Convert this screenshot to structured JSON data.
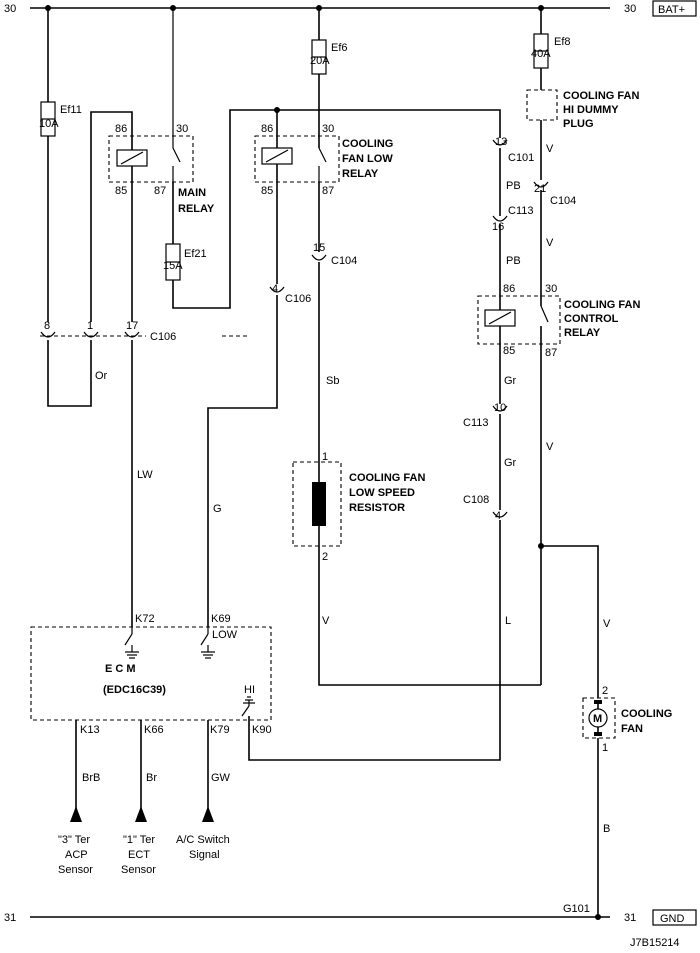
{
  "rails": {
    "top_left": "30",
    "top_right": "30",
    "bat": "BAT+",
    "bottom_left": "31",
    "bottom_right": "31",
    "gnd": "GND",
    "ground_point": "G101"
  },
  "fuses": {
    "ef11_name": "Ef11",
    "ef11_rating": "10A",
    "ef6_name": "Ef6",
    "ef6_rating": "20A",
    "ef8_name": "Ef8",
    "ef8_rating": "40A",
    "ef21_name": "Ef21",
    "ef21_rating": "15A"
  },
  "main_relay": {
    "line1": "MAIN",
    "line2": "RELAY",
    "p86": "86",
    "p30": "30",
    "p85": "85",
    "p87": "87"
  },
  "low_relay": {
    "line1": "COOLING",
    "line2": "FAN LOW",
    "line3": "RELAY",
    "p86": "86",
    "p30": "30",
    "p85": "85",
    "p87": "87"
  },
  "dummy_plug": {
    "line1": "COOLING FAN",
    "line2": "HI DUMMY",
    "line3": "PLUG"
  },
  "control_relay": {
    "line1": "COOLING FAN",
    "line2": "CONTROL",
    "line3": "RELAY",
    "p86": "86",
    "p30": "30",
    "p85": "85",
    "p87": "87"
  },
  "connectors": {
    "c106": "C106",
    "c106_p8": "8",
    "c106_p1": "1",
    "c106_p17": "17",
    "c106_p4": "4",
    "c101": "C101",
    "c101_p13": "13",
    "c104": "C104",
    "c104_p21": "21",
    "c104_p15": "15",
    "c113": "C113",
    "c113_p16": "16",
    "c113_p10": "10",
    "c108": "C108",
    "c108_p4": "4"
  },
  "wires": {
    "or": "Or",
    "lw": "LW",
    "g": "G",
    "sb": "Sb",
    "v1": "V",
    "v2": "V",
    "v3": "V",
    "v4": "V",
    "v5": "V",
    "pb1": "PB",
    "pb2": "PB",
    "gr1": "Gr",
    "gr2": "Gr",
    "l": "L",
    "brb": "BrB",
    "br": "Br",
    "gw": "GW",
    "b": "B"
  },
  "resistor": {
    "line1": "COOLING FAN",
    "line2": "LOW SPEED",
    "line3": "RESISTOR",
    "p1": "1",
    "p2": "2"
  },
  "ecm": {
    "line1": "E C M",
    "line2": "(EDC16C39)",
    "k72": "K72",
    "k69": "K69",
    "low": "LOW",
    "hi": "HI",
    "k90": "K90",
    "k13": "K13",
    "k66": "K66",
    "k79": "K79"
  },
  "fan": {
    "line1": "COOLING",
    "line2": "FAN",
    "p2": "2",
    "p1": "1",
    "symbol": "M"
  },
  "sensors": {
    "acp_l1": "\"3\" Ter",
    "acp_l2": "ACP",
    "acp_l3": "Sensor",
    "ect_l1": "\"1\" Ter",
    "ect_l2": "ECT",
    "ect_l3": "Sensor",
    "ac_l1": "A/C Switch",
    "ac_l2": "Signal"
  },
  "figure_id": "J7B15214"
}
